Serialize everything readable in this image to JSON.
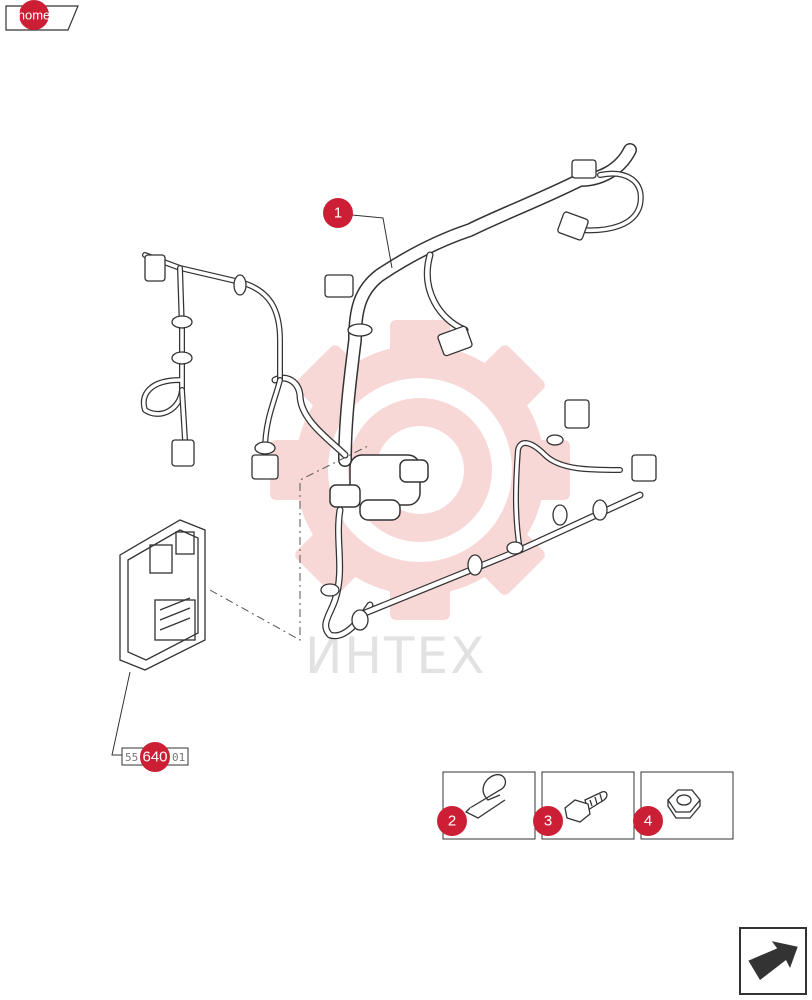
{
  "nav": {
    "home_label": "home",
    "next_page_icon": "arrow-right-page-icon"
  },
  "watermark": {
    "text": "ИНТЕХ",
    "color": "#f4a3a3"
  },
  "callouts": [
    {
      "id": "1",
      "label": "1"
    },
    {
      "id": "2",
      "label": "2"
    },
    {
      "id": "3",
      "label": "3"
    },
    {
      "id": "4",
      "label": "4"
    },
    {
      "id": "640",
      "label": "640"
    }
  ],
  "ecu_ref": {
    "left": "55",
    "right": "01"
  },
  "parts": [
    {
      "callout": "2",
      "icon": "clamp-icon"
    },
    {
      "callout": "3",
      "icon": "bolt-icon"
    },
    {
      "callout": "4",
      "icon": "nut-icon"
    }
  ],
  "colors": {
    "callout": "#cc1f35",
    "line": "#333333"
  }
}
